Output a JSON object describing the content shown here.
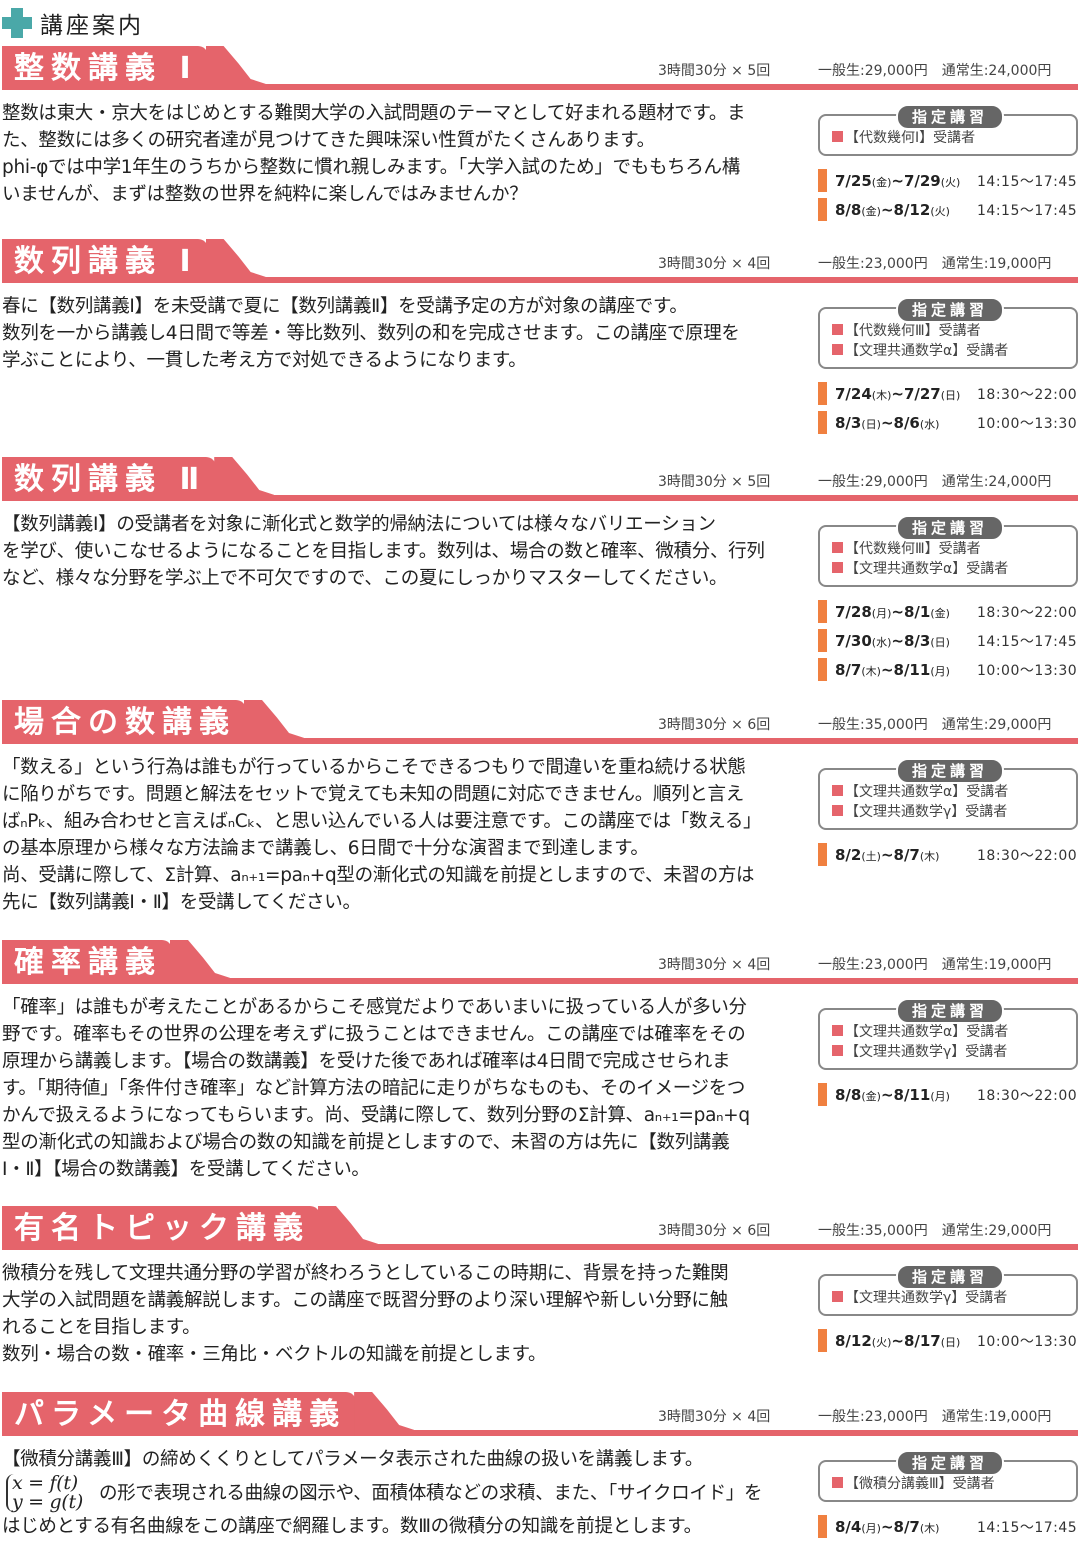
{
  "page_title": "講座案内",
  "box_label": "指定講習",
  "courses": [
    {
      "title": "整数講義 Ⅰ",
      "duration": "3時間30分 × 5回",
      "fee_general": "一般生:29,000円",
      "fee_regular": "通常生:24,000円",
      "desc": [
        "整数は東大・京大をはじめとする難関大学の入試問題のテーマとして好まれる題材です。ま",
        "た、整数には多くの研究者達が見つけてきた興味深い性質がたくさんあります。",
        "phi-φでは中学1年生のうちから整数に慣れ親しみます。「大学入試のため」でももちろん構",
        "いませんが、まずは整数の世界を純粋に楽しんではみませんか？"
      ],
      "prereq": [
        "【代数幾何Ⅰ】受講者"
      ],
      "sessions": [
        {
          "date": "7/25",
          "wd1": "(金)",
          "date2": "~7/29",
          "wd2": "(火)",
          "time": "14:15〜17:45"
        },
        {
          "date": "8/8",
          "wd1": "(金)",
          "date2": "~8/12",
          "wd2": "(火)",
          "time": "14:15〜17:45"
        }
      ]
    },
    {
      "title": "数列講義 Ⅰ",
      "duration": "3時間30分 × 4回",
      "fee_general": "一般生:23,000円",
      "fee_regular": "通常生:19,000円",
      "desc": [
        "春に【数列講義Ⅰ】を未受講で夏に【数列講義Ⅱ】を受講予定の方が対象の講座です。",
        "数列を一から講義し4日間で等差・等比数列、数列の和を完成させます。この講座で原理を",
        "学ぶことにより、一貫した考え方で対処できるようになります。"
      ],
      "prereq": [
        "【代数幾何Ⅲ】受講者",
        "【文理共通数学α】受講者"
      ],
      "sessions": [
        {
          "date": "7/24",
          "wd1": "(木)",
          "date2": "~7/27",
          "wd2": "(日)",
          "time": "18:30〜22:00"
        },
        {
          "date": "8/3",
          "wd1": "(日)",
          "date2": "~8/6",
          "wd2": "(水)",
          "time": "10:00〜13:30"
        }
      ]
    },
    {
      "title": "数列講義 Ⅱ",
      "duration": "3時間30分 × 5回",
      "fee_general": "一般生:29,000円",
      "fee_regular": "通常生:24,000円",
      "desc": [
        "【数列講義Ⅰ】の受講者を対象に漸化式と数学的帰納法については様々なバリエーション",
        "を学び、使いこなせるようになることを目指します。数列は、場合の数と確率、微積分、行列",
        "など、様々な分野を学ぶ上で不可欠ですので、この夏にしっかりマスターしてください。"
      ],
      "prereq": [
        "【代数幾何Ⅲ】受講者",
        "【文理共通数学α】受講者"
      ],
      "sessions": [
        {
          "date": "7/28",
          "wd1": "(月)",
          "date2": "~8/1",
          "wd2": "(金)",
          "time": "18:30〜22:00"
        },
        {
          "date": "7/30",
          "wd1": "(水)",
          "date2": "~8/3",
          "wd2": "(日)",
          "time": "14:15〜17:45"
        },
        {
          "date": "8/7",
          "wd1": "(木)",
          "date2": "~8/11",
          "wd2": "(月)",
          "time": "10:00〜13:30"
        }
      ]
    },
    {
      "title": "場合の数講義",
      "duration": "3時間30分 × 6回",
      "fee_general": "一般生:35,000円",
      "fee_regular": "通常生:29,000円",
      "desc": [
        "「数える」という行為は誰もが行っているからこそできるつもりで間違いを重ね続ける状態",
        "に陥りがちです。問題と解法をセットで覚えても未知の問題に対応できません。順列と言え",
        "ばₙPₖ、組み合わせと言えばₙCₖ、と思い込んでいる人は要注意です。この講座では「数える」",
        "の基本原理から様々な方法論まで講義し、6日間で十分な演習まで到達します。",
        "尚、受講に際して、Σ計算、aₙ₊₁=paₙ+q型の漸化式の知識を前提としますので、未習の方は",
        "先に【数列講義Ⅰ・Ⅱ】を受講してください。"
      ],
      "prereq": [
        "【文理共通数学α】受講者",
        "【文理共通数学γ】受講者"
      ],
      "sessions": [
        {
          "date": "8/2",
          "wd1": "(土)",
          "date2": "~8/7",
          "wd2": "(木)",
          "time": "18:30〜22:00"
        }
      ]
    },
    {
      "title": "確率講義",
      "duration": "3時間30分 × 4回",
      "fee_general": "一般生:23,000円",
      "fee_regular": "通常生:19,000円",
      "desc": [
        "「確率」は誰もが考えたことがあるからこそ感覚だよりであいまいに扱っている人が多い分",
        "野です。確率もその世界の公理を考えずに扱うことはできません。この講座では確率をその",
        "原理から講義します。【場合の数講義】を受けた後であれば確率は4日間で完成させられま",
        "す。「期待値」「条件付き確率」など計算方法の暗記に走りがちなものも、そのイメージをつ",
        "かんで扱えるようになってもらいます。尚、受講に際して、数列分野のΣ計算、aₙ₊₁=paₙ+q",
        "型の漸化式の知識および場合の数の知識を前提としますので、未習の方は先に【数列講義",
        "Ⅰ・Ⅱ】【場合の数講義】を受講してください。"
      ],
      "prereq": [
        "【文理共通数学α】受講者",
        "【文理共通数学γ】受講者"
      ],
      "sessions": [
        {
          "date": "8/8",
          "wd1": "(金)",
          "date2": "~8/11",
          "wd2": "(月)",
          "time": "18:30〜22:00"
        }
      ]
    },
    {
      "title": "有名トピック講義",
      "duration": "3時間30分 × 6回",
      "fee_general": "一般生:35,000円",
      "fee_regular": "通常生:29,000円",
      "desc": [
        "微積分を残して文理共通分野の学習が終わろうとしているこの時期に、背景を持った難関",
        "大学の入試問題を講義解説します。この講座で既習分野のより深い理解や新しい分野に触",
        "れることを目指します。",
        "数列・場合の数・確率・三角比・ベクトルの知識を前提とします。"
      ],
      "prereq": [
        "【文理共通数学γ】受講者"
      ],
      "sessions": [
        {
          "date": "8/12",
          "wd1": "(火)",
          "date2": "~8/17",
          "wd2": "(日)",
          "time": "10:00〜13:30"
        }
      ]
    },
    {
      "title": "パラメータ曲線講義",
      "duration": "3時間30分 × 4回",
      "fee_general": "一般生:23,000円",
      "fee_regular": "通常生:19,000円",
      "desc": [
        "【微積分講義Ⅲ】の締めくくりとしてパラメータ表示された曲線の扱いを講義します。"
      ],
      "param": {
        "eq1": "x = f(t)",
        "eq2": "y = g(t)",
        "text": "の形で表現される曲線の図示や、面積体積などの求積、また、「サイクロイド」を"
      },
      "desc_after": [
        "はじめとする有名曲線をこの講座で網羅します。数Ⅲの微積分の知識を前提とします。"
      ],
      "prereq": [
        "【微積分講義Ⅲ】受講者"
      ],
      "sessions": [
        {
          "date": "8/4",
          "wd1": "(月)",
          "date2": "~8/7",
          "wd2": "(木)",
          "time": "14:15〜17:45"
        }
      ]
    }
  ]
}
